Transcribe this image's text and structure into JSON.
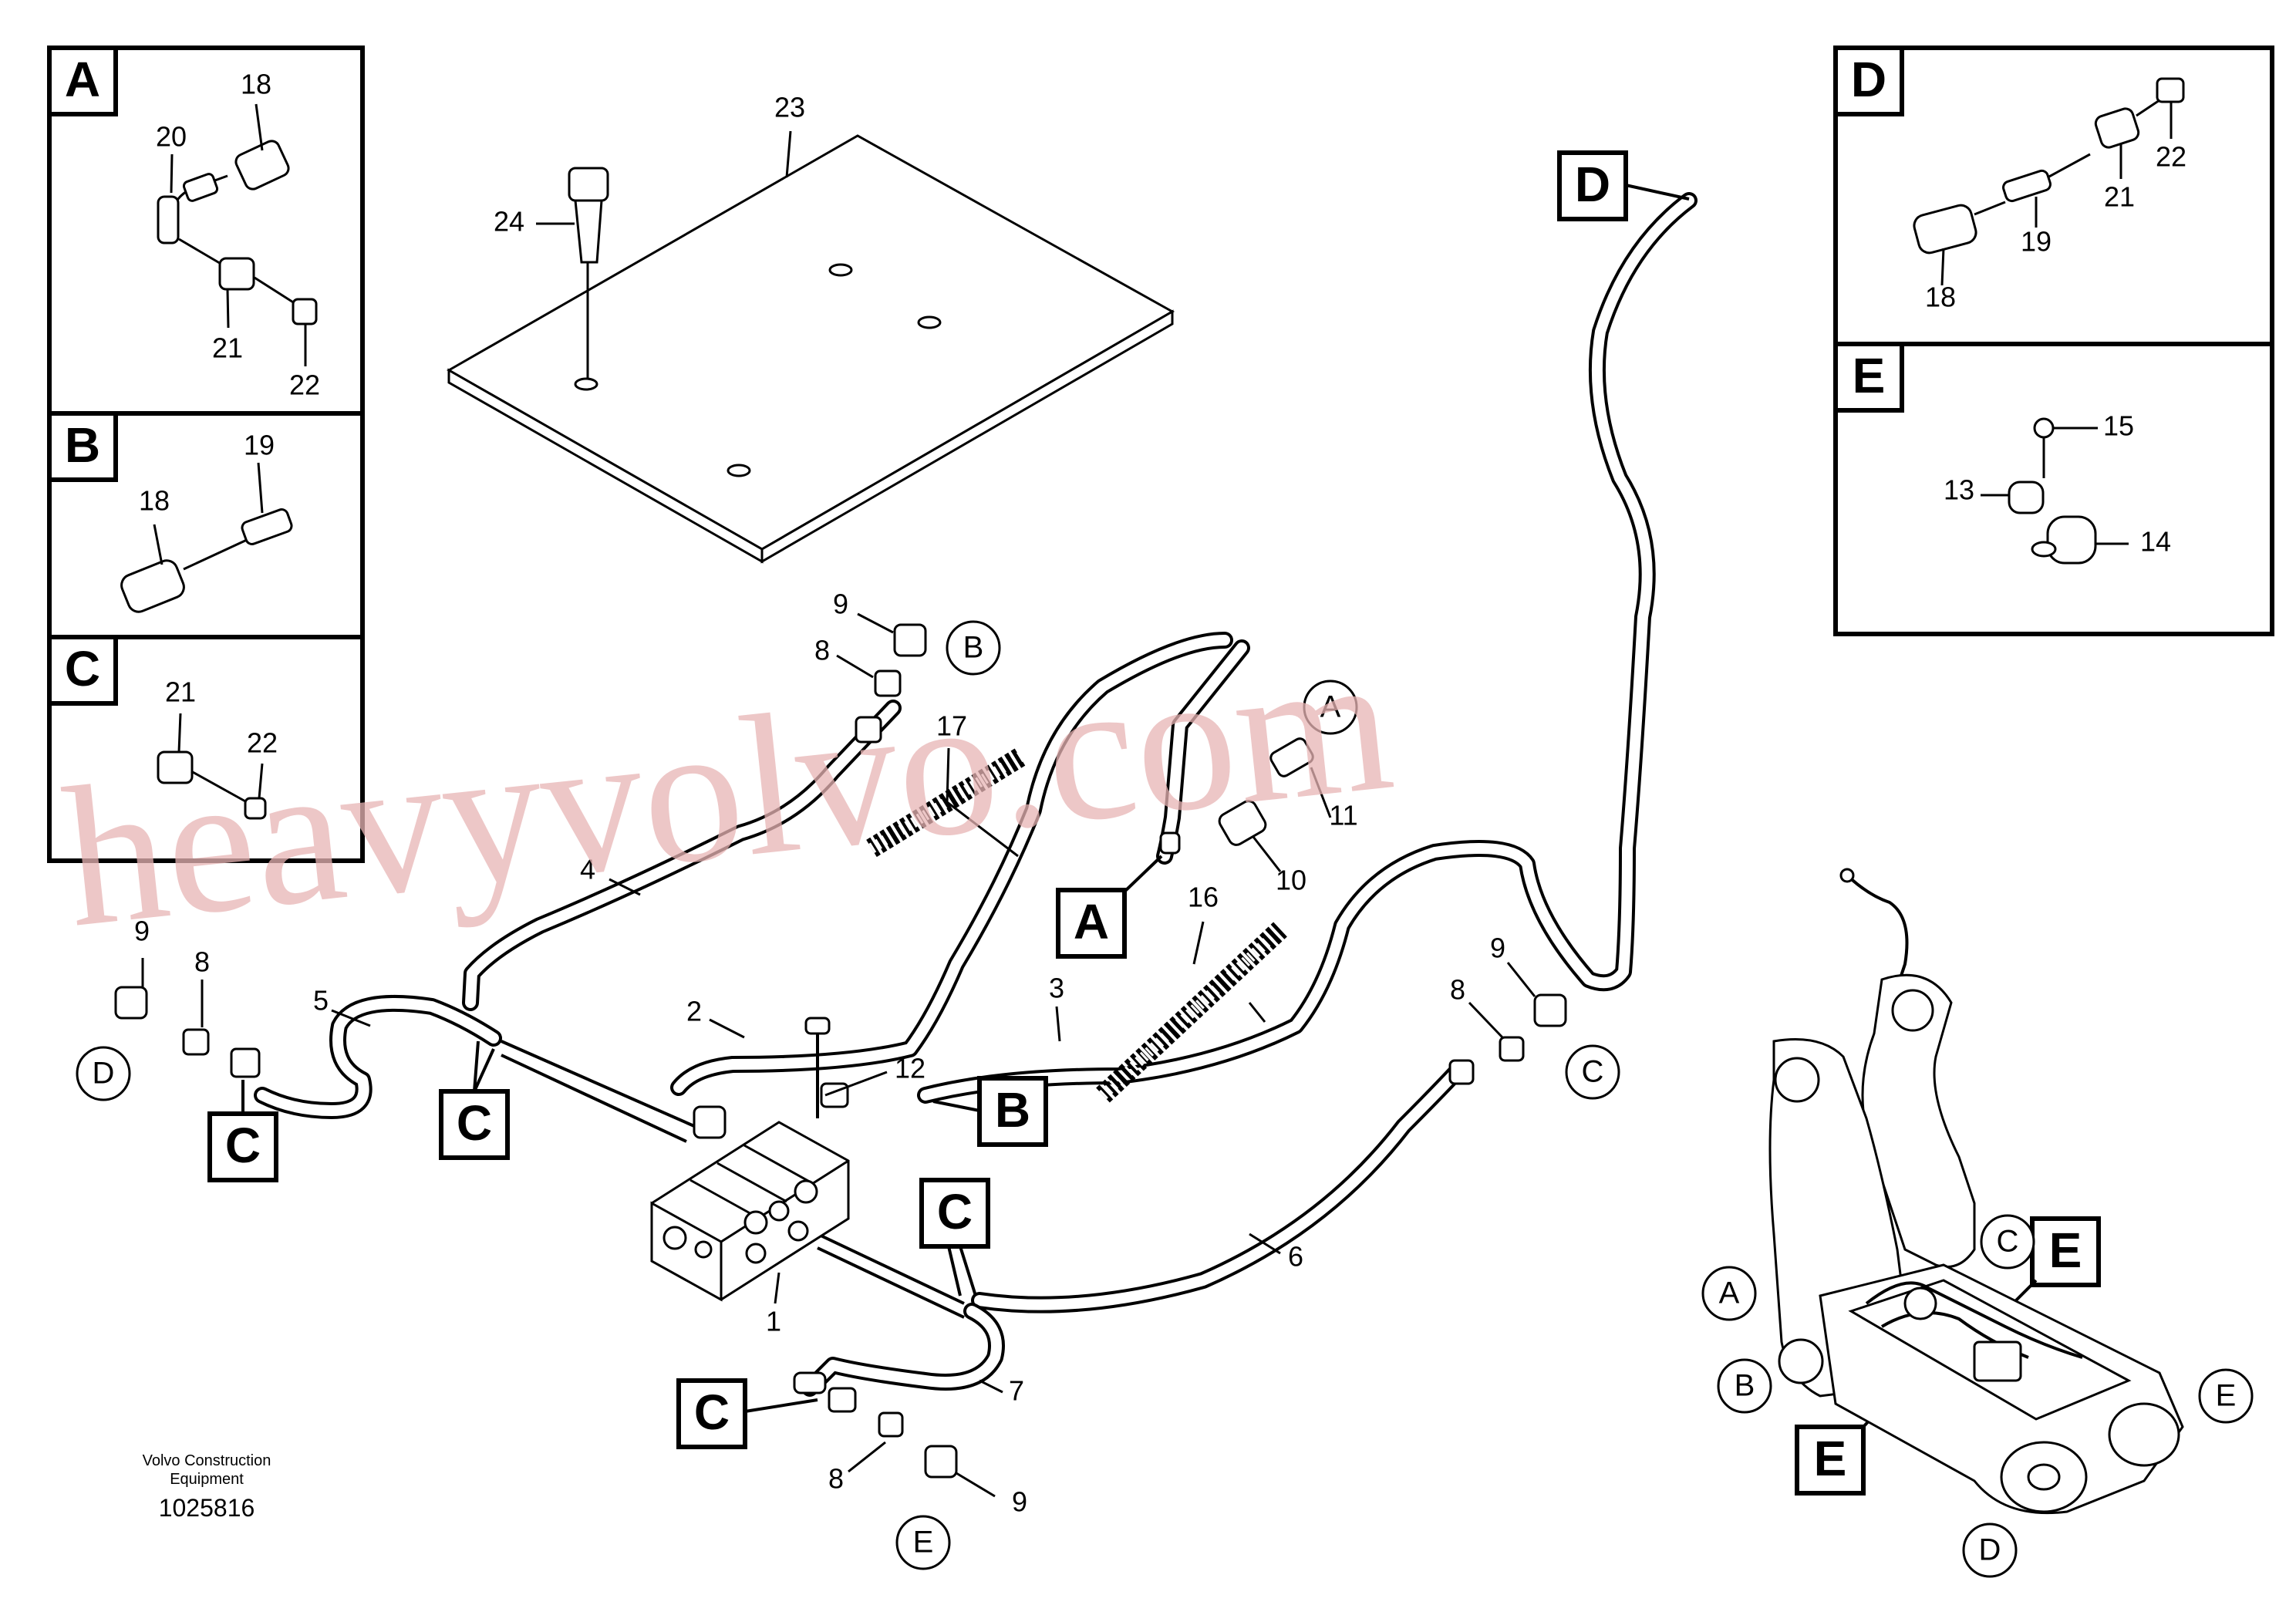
{
  "detail_panels": [
    {
      "letter": "A",
      "part_numbers": [
        "18",
        "20",
        "21",
        "22"
      ]
    },
    {
      "letter": "B",
      "part_numbers": [
        "19",
        "18"
      ]
    },
    {
      "letter": "C",
      "part_numbers": [
        "21",
        "22"
      ]
    },
    {
      "letter": "D",
      "part_numbers": [
        "22",
        "21",
        "19",
        "18"
      ]
    },
    {
      "letter": "E",
      "part_numbers": [
        "15",
        "13",
        "14"
      ]
    }
  ],
  "callout_numbers": [
    "23",
    "24",
    "9",
    "8",
    "17",
    "11",
    "10",
    "4",
    "16",
    "9",
    "8",
    "5",
    "2",
    "3",
    "12",
    "9",
    "8",
    "1",
    "6",
    "7",
    "8",
    "9"
  ],
  "boxed_labels": [
    "D",
    "A",
    "C",
    "C",
    "B",
    "C",
    "C",
    "E",
    "E"
  ],
  "circle_labels": [
    "B",
    "A",
    "D",
    "C",
    "C",
    "A",
    "B",
    "E",
    "D",
    "E"
  ],
  "caption": {
    "line1": "Volvo Construction",
    "line2": "Equipment",
    "doc_number": "1025816"
  },
  "watermark": "heavyvolvo.com"
}
